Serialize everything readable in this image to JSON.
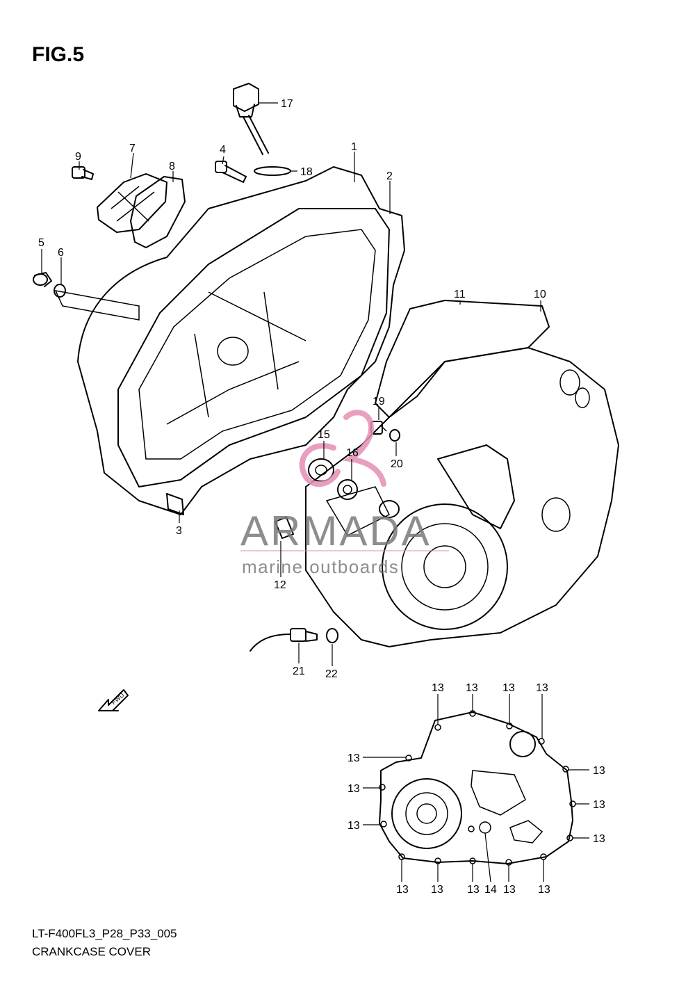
{
  "figure": {
    "title": "FIG.5",
    "code": "LT-F400FL3_P28_P33_005",
    "name": "CRANKCASE COVER"
  },
  "watermark": {
    "brand": "ARMADA",
    "tagline": "marine outboards",
    "brand_color": "#7a7a7a",
    "accent_color": "#e58fb4"
  },
  "fwd_label": "FWD",
  "callouts": [
    {
      "id": "c17",
      "label": "17"
    },
    {
      "id": "c18",
      "label": "18"
    },
    {
      "id": "c9",
      "label": "9"
    },
    {
      "id": "c7",
      "label": "7"
    },
    {
      "id": "c8",
      "label": "8"
    },
    {
      "id": "c4",
      "label": "4"
    },
    {
      "id": "c1",
      "label": "1"
    },
    {
      "id": "c2",
      "label": "2"
    },
    {
      "id": "c5",
      "label": "5"
    },
    {
      "id": "c6",
      "label": "6"
    },
    {
      "id": "c11",
      "label": "11"
    },
    {
      "id": "c10",
      "label": "10"
    },
    {
      "id": "c19",
      "label": "19"
    },
    {
      "id": "c15",
      "label": "15"
    },
    {
      "id": "c16",
      "label": "16"
    },
    {
      "id": "c20",
      "label": "20"
    },
    {
      "id": "c3",
      "label": "3"
    },
    {
      "id": "c12",
      "label": "12"
    },
    {
      "id": "c21",
      "label": "21"
    },
    {
      "id": "c22",
      "label": "22"
    },
    {
      "id": "c13a",
      "label": "13"
    },
    {
      "id": "c13b",
      "label": "13"
    },
    {
      "id": "c13c",
      "label": "13"
    },
    {
      "id": "c13d",
      "label": "13"
    },
    {
      "id": "c13e",
      "label": "13"
    },
    {
      "id": "c13f",
      "label": "13"
    },
    {
      "id": "c13g",
      "label": "13"
    },
    {
      "id": "c13h",
      "label": "13"
    },
    {
      "id": "c13i",
      "label": "13"
    },
    {
      "id": "c13j",
      "label": "13"
    },
    {
      "id": "c13k",
      "label": "13"
    },
    {
      "id": "c13l",
      "label": "13"
    },
    {
      "id": "c13m",
      "label": "13"
    },
    {
      "id": "c14",
      "label": "14"
    },
    {
      "id": "c13n",
      "label": "13"
    },
    {
      "id": "c13o",
      "label": "13"
    }
  ]
}
